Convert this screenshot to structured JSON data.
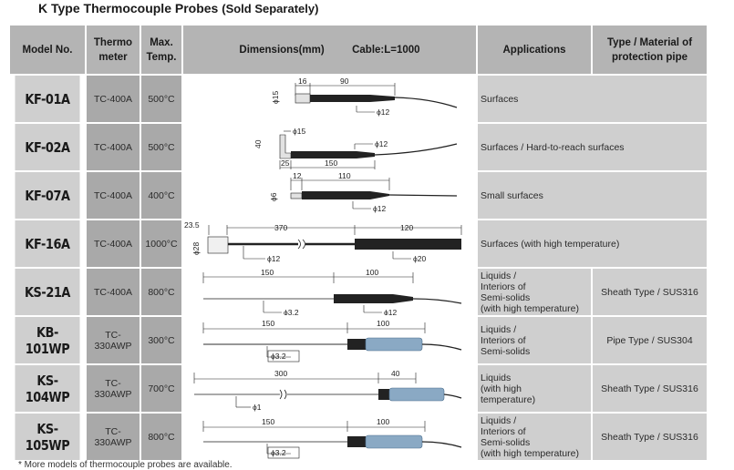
{
  "title": "K Type Thermocouple Probes",
  "title_suffix": "(Sold Separately)",
  "headers": {
    "model": "Model No.",
    "thermo_1": "Thermo",
    "thermo_2": "meter",
    "temp_1": "Max.",
    "temp_2": "Temp.",
    "dimensions": "Dimensions(mm)",
    "cable": "Cable:L=1000",
    "applications": "Applications",
    "type_1": "Type / Material of",
    "type_2": "protection pipe"
  },
  "rows": [
    {
      "model": "KF-01A",
      "thermometer": "TC-400A",
      "max_temp": "500°C",
      "applications": [
        "Surfaces"
      ],
      "type": "",
      "dims": [
        "16",
        "90",
        "ϕ15",
        "ϕ12"
      ]
    },
    {
      "model": "KF-02A",
      "thermometer": "TC-400A",
      "max_temp": "500°C",
      "applications": [
        "Surfaces / Hard-to-reach surfaces"
      ],
      "type": "",
      "dims": [
        "ϕ15",
        "ϕ12",
        "40",
        "25",
        "150"
      ]
    },
    {
      "model": "KF-07A",
      "thermometer": "TC-400A",
      "max_temp": "400°C",
      "applications": [
        "Small surfaces"
      ],
      "type": "",
      "dims": [
        "12",
        "110",
        "ϕ6",
        "ϕ12"
      ]
    },
    {
      "model": "KF-16A",
      "thermometer": "TC-400A",
      "max_temp": "1000°C",
      "applications": [
        "Surfaces (with high temperature)"
      ],
      "type": "",
      "dims": [
        "23.5",
        "370",
        "120",
        "ϕ28",
        "ϕ12",
        "ϕ20"
      ]
    },
    {
      "model": "KS-21A",
      "thermometer": "TC-400A",
      "max_temp": "800°C",
      "applications": [
        "Liquids /",
        "Interiors of",
        "Semi-solids",
        "(with high temperature)"
      ],
      "type": "Sheath Type / SUS316",
      "dims": [
        "150",
        "100",
        "ϕ3.2",
        "ϕ12"
      ]
    },
    {
      "model": "KB-101WP",
      "thermometer": "TC-330AWP",
      "max_temp": "300°C",
      "applications": [
        "Liquids /",
        "Interiors of",
        "Semi-solids"
      ],
      "type": "Pipe Type / SUS304",
      "dims": [
        "150",
        "100",
        "ϕ3.2"
      ]
    },
    {
      "model": "KS-104WP",
      "thermometer": "TC-330AWP",
      "max_temp": "700°C",
      "applications": [
        "Liquids",
        "(with high",
        "temperature)"
      ],
      "type": "Sheath Type / SUS316",
      "dims": [
        "300",
        "40",
        "ϕ1"
      ]
    },
    {
      "model": "KS-105WP",
      "thermometer": "TC-330AWP",
      "max_temp": "800°C",
      "applications": [
        "Liquids /",
        "Interiors of",
        "Semi-solids",
        "(with high temperature)"
      ],
      "type": "Sheath Type / SUS316",
      "dims": [
        "150",
        "100",
        "ϕ3.2"
      ]
    }
  ],
  "footnote": "* More models of thermocouple probes are available."
}
